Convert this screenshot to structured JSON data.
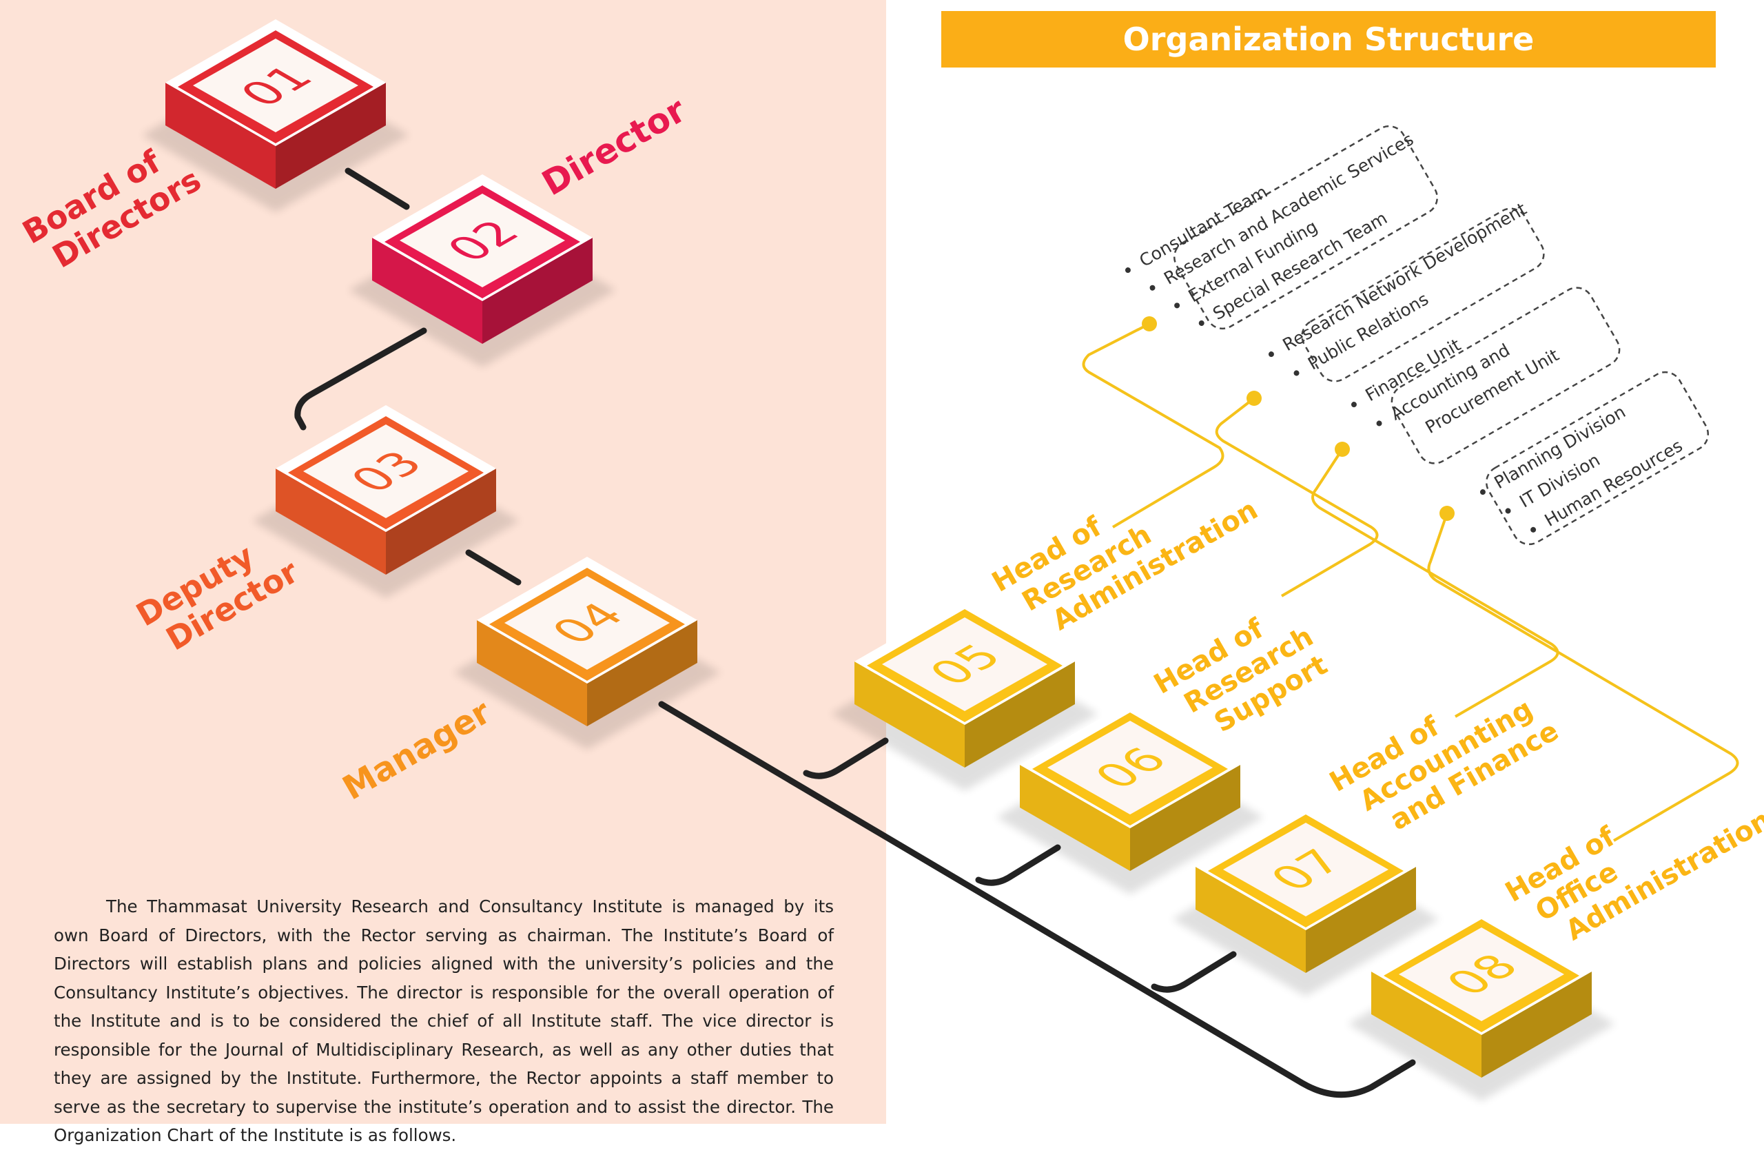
{
  "title": "Organization Structure",
  "colors": {
    "left_background": "#fde3d7",
    "banner": "#fbae17",
    "connector": "#222222",
    "sub_connector": "#f5c21b",
    "level_01": "#e42a32",
    "level_02": "#e8194f",
    "level_03": "#f15a29",
    "level_04": "#f7941d",
    "level_05_08": "#fbc317"
  },
  "positions": [
    {
      "number": "01",
      "lines": [
        "Board of",
        "Directors"
      ]
    },
    {
      "number": "02",
      "lines": [
        "Director"
      ]
    },
    {
      "number": "03",
      "lines": [
        "Deputy",
        "Director"
      ]
    },
    {
      "number": "04",
      "lines": [
        "Manager"
      ]
    },
    {
      "number": "05",
      "lines": [
        "Head of",
        "Research",
        "Administration"
      ]
    },
    {
      "number": "06",
      "lines": [
        "Head of",
        "Research",
        "Support"
      ]
    },
    {
      "number": "07",
      "lines": [
        "Head of",
        "Accounnting",
        "and Finance"
      ]
    },
    {
      "number": "08",
      "lines": [
        "Head of",
        "Office",
        "Administration"
      ]
    }
  ],
  "units": [
    {
      "head": "05",
      "items": [
        "Consultant Team",
        "Research and Academic Services",
        "External Funding",
        "Special Research Team"
      ]
    },
    {
      "head": "06",
      "items": [
        "Research Network Development",
        "Public Relations"
      ]
    },
    {
      "head": "07",
      "items": [
        "Finance Unit",
        "Accounting and",
        "Procurement Unit"
      ]
    },
    {
      "head": "08",
      "items": [
        "Planning Division",
        "IT Division",
        "Human Resources"
      ]
    }
  ],
  "intro_text": "The Thammasat University Research and Consultancy Institute is managed by its own Board of Directors, with the Rector serving as chairman. The Institute’s Board of Directors will establish plans and policies aligned with the university’s policies and the Consultancy Institute’s objectives. The director is responsible for the overall operation of the Institute and is to be considered the chief of all Institute staff. The vice director is responsible for the Journal of Multidisciplinary Research, as well as any other duties that they are assigned by the Institute. Furthermore, the Rector appoints a staff member to serve as the secretary to supervise the institute’s operation and to assist the director. The Organization Chart of the Institute is as follows."
}
